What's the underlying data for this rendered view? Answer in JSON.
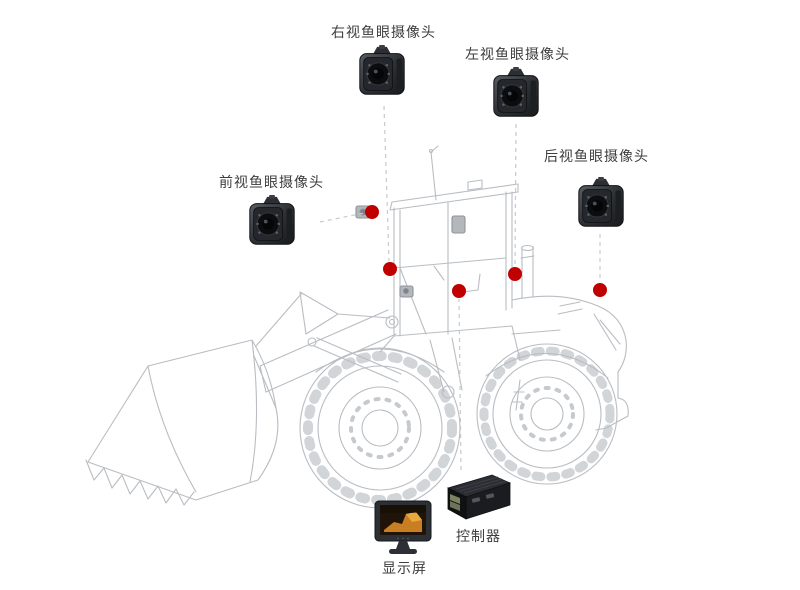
{
  "labels": {
    "front_camera": "前视鱼眼摄像头",
    "right_camera": "右视鱼眼摄像头",
    "left_camera": "左视鱼眼摄像头",
    "rear_camera": "后视鱼眼摄像头",
    "controller": "控制器",
    "display": "显示屏"
  },
  "colors": {
    "marker": "#c00000",
    "wireframe": "#b9bdc2",
    "label_text": "#3d3d3d"
  }
}
